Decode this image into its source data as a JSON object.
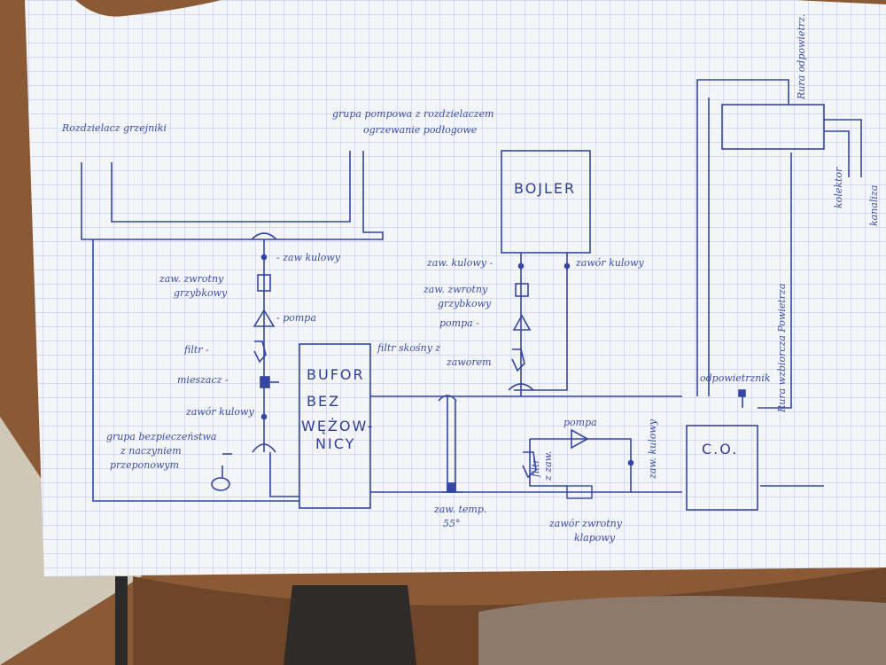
{
  "colors": {
    "table": "#8a5a36",
    "paper": "#f4f5f8",
    "grid": "#b9c3dc",
    "ink": "#3346a3"
  },
  "diagram": {
    "labels": {
      "rozdzielacz": "Rozdzielacz grzejniki",
      "grupa_pompowa_1": "grupa pompowa z rozdzielaczem",
      "grupa_pompowa_2": "ogrzewanie podłogowe",
      "bojler": "BOJLER",
      "rura_odpowietrzajaca": "Rura odpowietrz.",
      "kolektor": "kolektor",
      "kanalizacja": "kanaliza",
      "rura_wzbiorcza": "Rura wzbiorcza Powietrza",
      "zaw_kulowy_1": "- zaw kulowy",
      "zaw_zwrotny_1a": "zaw. zwrotny",
      "zaw_zwrotny_1b": "grzybkowy",
      "pompa_1": "- pompa",
      "filtr_1": "filtr -",
      "mieszacz": "mieszacz -",
      "zawor_kulowy_2": "zawór kulowy",
      "grupa_bezp_1": "grupa bezpieczeństwa",
      "grupa_bezp_2": "z naczyniem",
      "grupa_bezp_3": "przeponowym",
      "bufor_1": "BUFOR",
      "bufor_2": "BEZ",
      "bufor_3": "WĘŻOW-",
      "bufor_4": "NICY",
      "zaw_kulowy_3": "zaw. kulowy -",
      "zaw_zwrotny_2a": "zaw. zwrotny",
      "zaw_zwrotny_2b": "grzybkowy",
      "pompa_2": "pompa -",
      "filtr_skosny_1": "filtr skośny z",
      "filtr_skosny_2": "zaworem",
      "zawor_kulowy_4": "zawór kulowy",
      "odpowietrznik": "odpowietrznik",
      "co": "C.O.",
      "pompa_3": "pompa",
      "filtr_2a": "filtr",
      "filtr_2b": "z zaw.",
      "zaw_kulowy_5": "zaw. kulowy",
      "zaw_temp_1": "zaw. temp.",
      "zaw_temp_2": "55°",
      "zawor_zwrotny_3a": "zawór zwrotny",
      "zawor_zwrotny_3b": "klapowy"
    }
  }
}
